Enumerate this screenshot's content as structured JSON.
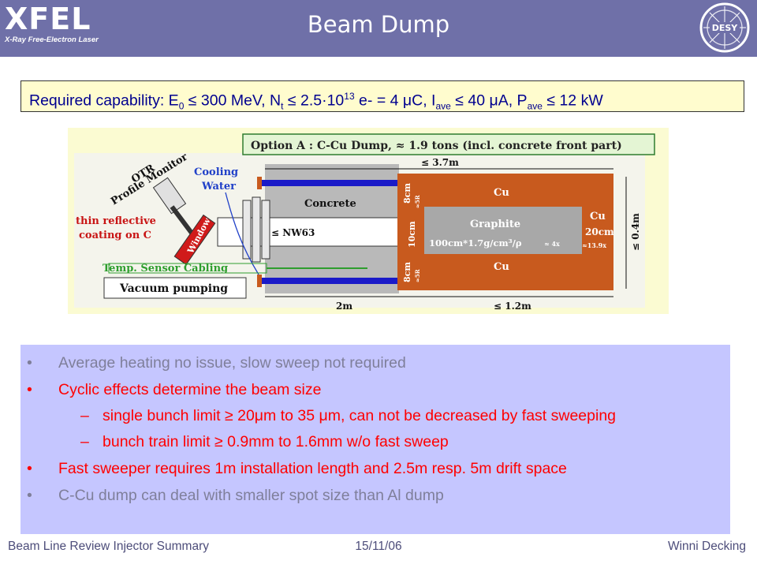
{
  "header": {
    "logo": "XFEL",
    "logo_subtitle": "X-Ray Free-Electron Laser",
    "title": "Beam Dump",
    "desy_logo": "DESY"
  },
  "capability": {
    "prefix": "Required capability: E",
    "e_sub": "0",
    "e_val": " ≤ 300 MeV, N",
    "n_sub": "t",
    "n_val": " ≤ 2.5·10",
    "n_exp": "13",
    "n_tail": " e- = 4 μC, I",
    "i_sub": "ave",
    "i_val": " ≤ 40 μA, P",
    "p_sub": "ave",
    "p_val": " ≤ 12 kW"
  },
  "figure": {
    "option_label": "Option A : C-Cu Dump, ≈ 1.9 tons (incl. concrete front part)",
    "otr": "OTR",
    "profile_monitor": "Profile Monitor",
    "cooling": "Cooling",
    "water": "Water",
    "thin_reflective": "thin reflective",
    "coating": "coating on C",
    "window": "Window",
    "temp_sensor": "Temp. Sensor Cabling",
    "vacuum": "Vacuum pumping",
    "concrete": "Concrete",
    "nw63": "≤ NW63",
    "dim_top": "≤ 3.7m",
    "dim_8cm_top": "8cm",
    "dim_5rm_top": "≈5R",
    "dim_10cm": "10cm",
    "dim_8cm_bottom": "8cm",
    "dim_5rm_bottom": "≈5R",
    "cu_top": "Cu",
    "cu_bottom": "Cu",
    "cu_right": "Cu",
    "graphite": "Graphite",
    "graphite_formula": "100cm*1.7g/cm³/ρ",
    "graphite_x0": "≈ 4x",
    "cu_20cm": "20cm",
    "cu_x0": "≈13.9x",
    "dim_04m": "≤ 0.4m",
    "dim_2m": "2m",
    "dim_12m": "≤ 1.2m"
  },
  "bullets": [
    {
      "text": "Average heating no issue, slow sweep not required",
      "level": 1,
      "color": "gray"
    },
    {
      "text": "Cyclic effects determine the beam size",
      "level": 1,
      "color": "red"
    },
    {
      "text": "single bunch limit ≥ 20μm to 35 μm, can not be decreased by fast sweeping",
      "level": 2,
      "color": "red"
    },
    {
      "text": "bunch train limit ≥ 0.9mm to 1.6mm w/o fast sweep",
      "level": 2,
      "color": "red"
    },
    {
      "text": "Fast sweeper requires 1m installation length and 2.5m resp. 5m drift space",
      "level": 1,
      "color": "red"
    },
    {
      "text": "C-Cu dump can deal with smaller spot size than Al dump",
      "level": 1,
      "color": "gray"
    }
  ],
  "footer": {
    "left": "Beam Line Review Injector Summary",
    "center": "15/11/06",
    "right": "Winni Decking"
  },
  "colors": {
    "header_bg": "#6f70a8",
    "capability_bg": "#fffcce",
    "capability_text": "#00008f",
    "bullet_bg": "#c5c6ff",
    "copper": "#c85a1e",
    "graphite": "#a8a8a8"
  }
}
